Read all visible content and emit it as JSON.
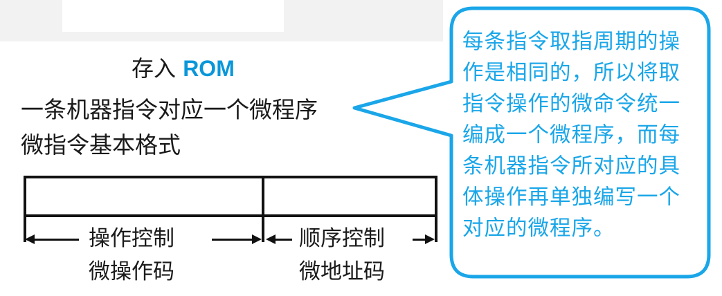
{
  "heading": {
    "prefix": "存入",
    "highlight": "ROM"
  },
  "line_mapping": "一条机器指令对应一个微程序",
  "line_format": "微指令基本格式",
  "format": {
    "left_field": {
      "top_label": "操作控制",
      "bottom_label": "微操作码"
    },
    "right_field": {
      "top_label": "顺序控制",
      "bottom_label": "微地址码"
    }
  },
  "callout": {
    "text": "每条指令取指周期的操作是相同的，所以将取指令操作的微命令统一编成一个微程序，而每条机器指令所对应的具体操作再单独编写一个对应的微程序。"
  },
  "colors": {
    "accent": "#0a97d9",
    "callout_text": "#1aa6e8",
    "callout_border": "#1aa6e8"
  }
}
